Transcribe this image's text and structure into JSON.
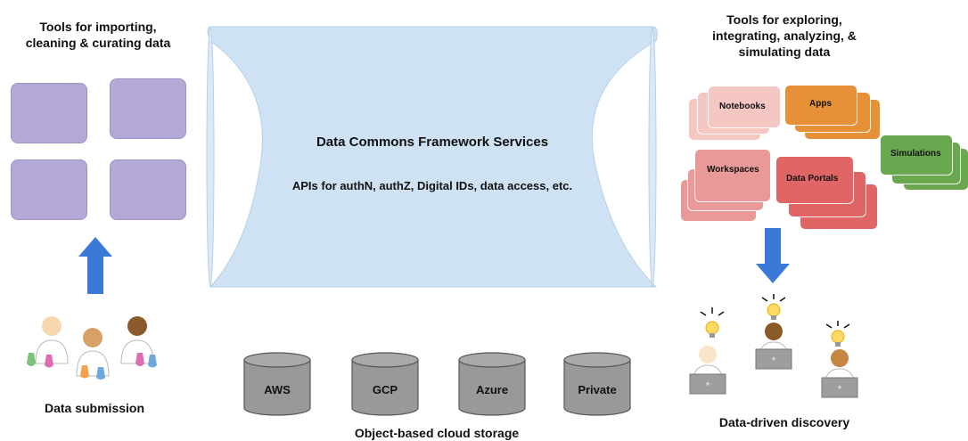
{
  "left": {
    "title_line1": "Tools for importing,",
    "title_line2": "cleaning & curating data",
    "submission_label": "Data submission"
  },
  "center": {
    "title": "Data Commons Framework Services",
    "subtitle": "APIs for authN, authZ, Digital IDs, data access, etc."
  },
  "storage": {
    "clouds": [
      "AWS",
      "GCP",
      "Azure",
      "Private"
    ],
    "label": "Object-based cloud storage"
  },
  "right": {
    "title_line1": "Tools for exploring,",
    "title_line2": "integrating, analyzing, &",
    "title_line3": "simulating data",
    "cards": {
      "notebooks": "Notebooks",
      "apps": "Apps",
      "simulations": "Simulations",
      "workspaces": "Workspaces",
      "data_portals": "Data Portals"
    },
    "discovery_label": "Data-driven discovery"
  },
  "colors": {
    "purple": "#b3a8d6",
    "services": "#cfe2f3",
    "notebooks": "#f4c7c3",
    "apps": "#e69138",
    "simulations": "#6aa84f",
    "workspaces": "#ea9999",
    "data_portals": "#e06666",
    "arrow": "#3c78d8",
    "cylinder": "#999999"
  }
}
